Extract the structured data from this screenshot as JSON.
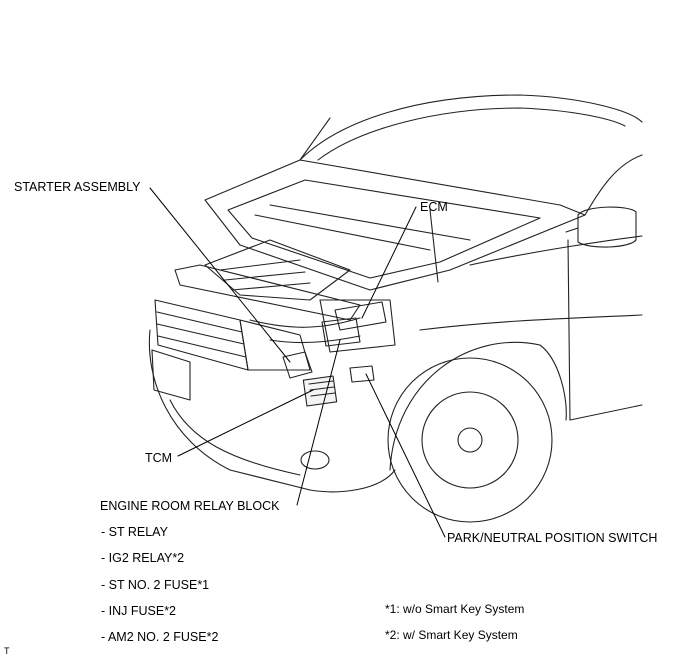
{
  "labels": {
    "starter_assembly": "STARTER ASSEMBLY",
    "ecm": "ECM",
    "tcm": "TCM",
    "engine_room_relay_block": "ENGINE ROOM RELAY BLOCK",
    "park_neutral_position_switch": "PARK/NEUTRAL POSITION SWITCH"
  },
  "relay_block_items": [
    "- ST RELAY",
    "- IG2 RELAY*2",
    "- ST NO. 2 FUSE*1",
    "- INJ FUSE*2",
    "- AM2 NO. 2 FUSE*2"
  ],
  "footnotes": [
    "*1: w/o Smart Key System",
    "*2: w/ Smart Key System"
  ],
  "corner_mark": "T"
}
